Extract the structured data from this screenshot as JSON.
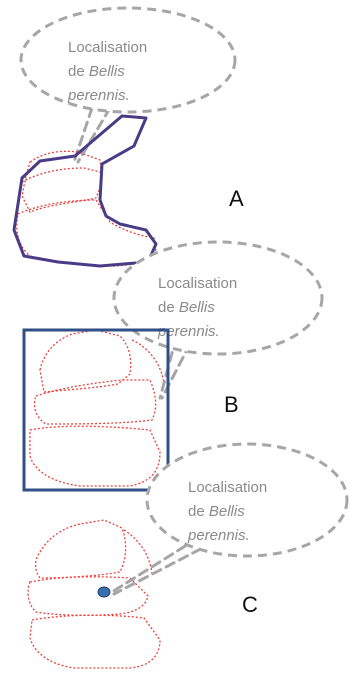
{
  "callouts": [
    {
      "id": "A",
      "line1": "Localisation",
      "line2_prefix": "de ",
      "line2_italic": "Bellis",
      "line3_italic": "perennis."
    },
    {
      "id": "B",
      "line1": "Localisation",
      "line2_prefix": "de ",
      "line2_italic": "Bellis",
      "line3_italic": "perennis."
    },
    {
      "id": "C",
      "line1": "Localisation",
      "line2_prefix": "de ",
      "line2_italic": "Bellis",
      "line3_italic": "perennis."
    }
  ],
  "panels": [
    {
      "label": "A"
    },
    {
      "label": "B"
    },
    {
      "label": "C"
    }
  ],
  "colors": {
    "parcel_outline": "#e8423a",
    "polygon_outline": "#4a3b86",
    "box_outline": "#2f4f86",
    "point_fill": "#3a6fb0",
    "callout_border": "#a6a6a6",
    "callout_text": "#8a8a8a"
  }
}
